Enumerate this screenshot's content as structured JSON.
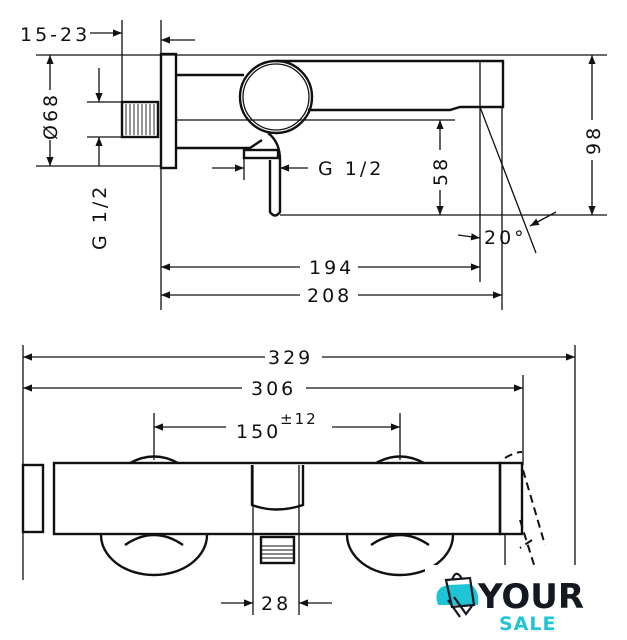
{
  "side_view": {
    "wall_range": "15-23",
    "diameter": "Ø68",
    "thread_inlet": "G 1/2",
    "thread_outlet": "G 1/2",
    "spout_height": "58",
    "total_height": "98",
    "angle": "20°",
    "projection_spout": "194",
    "projection_total": "208"
  },
  "front_view": {
    "overall_width": "329",
    "body_width": "306",
    "centers": "150",
    "centers_tolerance": "±12",
    "outlet_width": "28"
  },
  "logo": {
    "line1": "YOUR",
    "line2": "SALE",
    "accent": "#1fc4d6",
    "dark": "#141820"
  }
}
